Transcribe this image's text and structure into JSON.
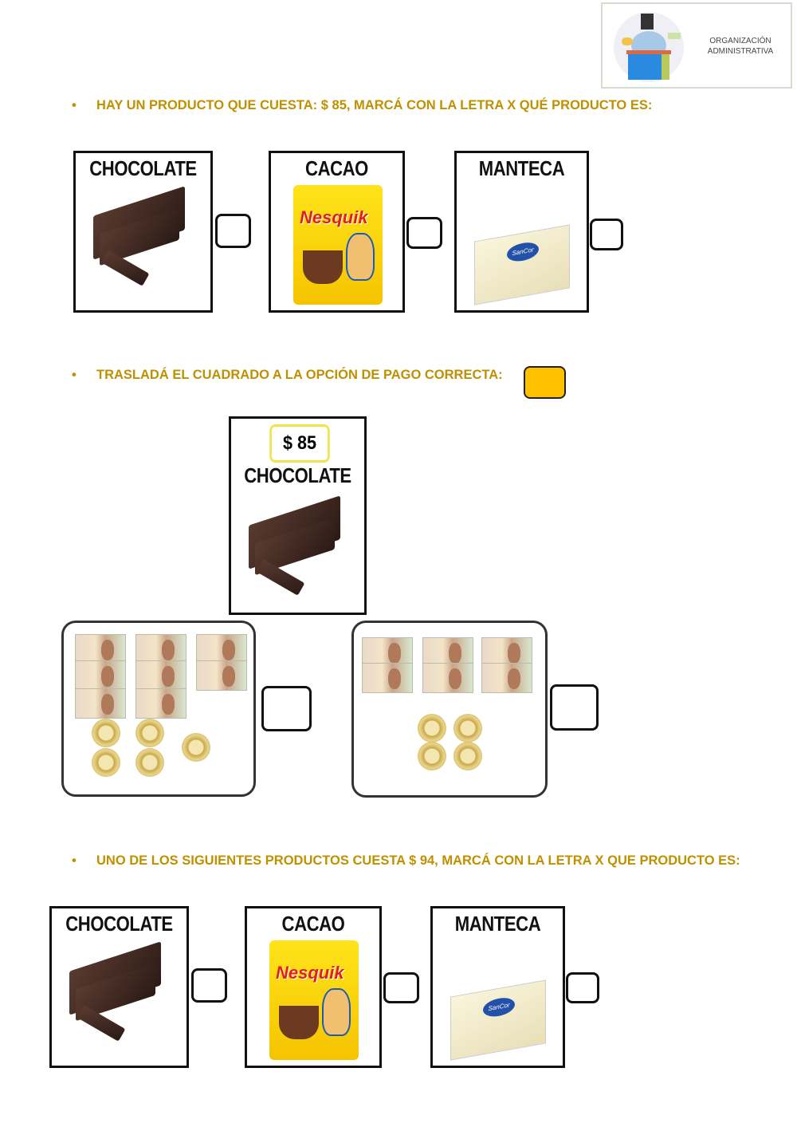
{
  "logo": {
    "line1": "ORGANIZACIÓN",
    "line2": "ADMINISTRATIVA"
  },
  "instructions": [
    "HAY UN PRODUCTO QUE CUESTA: $ 85, MARCÁ CON LA LETRA X QUÉ PRODUCTO ES:",
    "TRASLADÁ EL CUADRADO A LA OPCIÓN DE PAGO CORRECTA:",
    "UNO DE LOS SIGUIENTES PRODUCTOS CUESTA $ 94, MARCÁ CON LA LETRA X QUE PRODUCTO ES:"
  ],
  "products": {
    "chocolate": "CHOCOLATE",
    "cacao": "CACAO",
    "manteca": "MANTECA"
  },
  "packaging": {
    "cacao_brand": "Nesquik",
    "manteca_brand": "SanCor"
  },
  "price_tag": "$ 85",
  "colors": {
    "instruction": "#bf9000",
    "draggable_square": "#ffc000",
    "price_border": "#f2e34a"
  },
  "payment_options": [
    {
      "bills": 8,
      "coins": 5
    },
    {
      "bills": 6,
      "coins": 4
    }
  ]
}
